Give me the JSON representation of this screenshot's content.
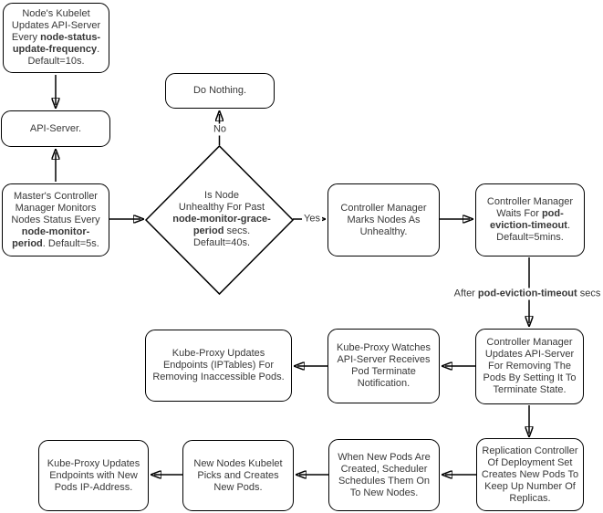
{
  "nodes": {
    "kubelet": {
      "seg": [
        {
          "t": "Node's Kubelet\nUpdates API-Server\nEvery "
        },
        {
          "t": "node-status-\nupdate-frequency",
          "bold": true
        },
        {
          "t": ".\nDefault=10s."
        }
      ]
    },
    "api_server": {
      "seg": [
        {
          "t": "API-Server."
        }
      ]
    },
    "do_nothing": {
      "seg": [
        {
          "t": "Do Nothing."
        }
      ]
    },
    "masters_cm": {
      "seg": [
        {
          "t": "Master's Controller\nManager Monitors\nNodes Status Every\n"
        },
        {
          "t": "node-monitor-\nperiod",
          "bold": true
        },
        {
          "t": ". Default=5s."
        }
      ]
    },
    "decision": {
      "seg": [
        {
          "t": "Is Node\nUnhealthy For Past\n"
        },
        {
          "t": "node-monitor-grace-\nperiod",
          "bold": true
        },
        {
          "t": " secs.\nDefault=40s."
        }
      ]
    },
    "cm_marks": {
      "seg": [
        {
          "t": "Controller Manager\nMarks Nodes As\nUnhealthy."
        }
      ]
    },
    "cm_waits": {
      "seg": [
        {
          "t": "Controller Manager\nWaits For "
        },
        {
          "t": "pod-\neviction-timeout",
          "bold": true
        },
        {
          "t": ".\nDefault=5mins."
        }
      ]
    },
    "cm_updates": {
      "seg": [
        {
          "t": "Controller Manager\nUpdates API-Server\nFor Removing The\nPods By Setting It To\nTerminate State."
        }
      ]
    },
    "kp_watches": {
      "seg": [
        {
          "t": "Kube-Proxy Watches\nAPI-Server Receives\nPod Terminate\nNotification."
        }
      ]
    },
    "kp_iptables": {
      "seg": [
        {
          "t": "Kube-Proxy Updates\nEndpoints (IPTables) For\nRemoving Inaccessible Pods."
        }
      ]
    },
    "replication": {
      "seg": [
        {
          "t": "Replication Controller\nOf Deployment Set\nCreates New Pods To\nKeep Up Number Of\nReplicas."
        }
      ]
    },
    "when_new_pods": {
      "seg": [
        {
          "t": "When New Pods Are\nCreated, Scheduler\nSchedules Them On\nTo New Nodes."
        }
      ]
    },
    "new_nodes": {
      "seg": [
        {
          "t": "New Nodes Kubelet\nPicks and Creates\nNew Pods."
        }
      ]
    },
    "kp_new_ip": {
      "seg": [
        {
          "t": "Kube-Proxy Updates\nEndpoints with New\nPods IP-Address."
        }
      ]
    }
  },
  "edge_labels": {
    "no": "No",
    "yes": "Yes",
    "after": {
      "seg": [
        {
          "t": "After "
        },
        {
          "t": "pod-eviction-timeout",
          "bold": true
        },
        {
          "t": " secs"
        }
      ]
    }
  },
  "colors": {
    "line": "#000000",
    "text": "#383838",
    "node_background": "#ffffff",
    "page_background": "#ffffff"
  }
}
